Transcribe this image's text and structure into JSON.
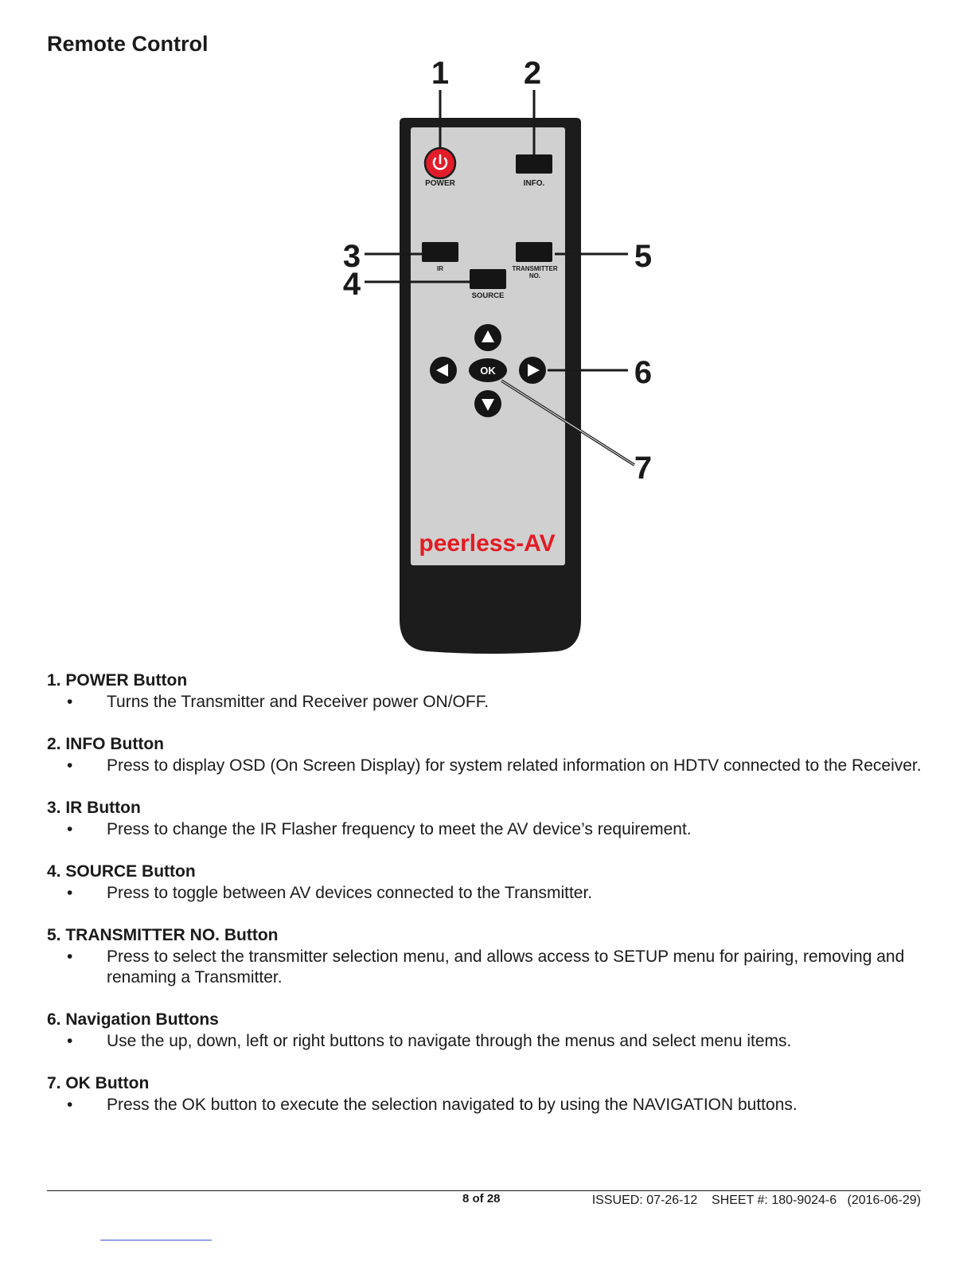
{
  "page": {
    "title": "Remote Control"
  },
  "diagram": {
    "callouts": [
      "1",
      "2",
      "3",
      "4",
      "5",
      "6",
      "7"
    ],
    "button_labels": {
      "power": "POWER",
      "info": "INFO.",
      "ir": "IR",
      "transmitter_line1": "TRANSMITTER",
      "transmitter_line2": "NO.",
      "source": "SOURCE",
      "ok": "OK"
    },
    "logo_text": "peerless-AV",
    "colors": {
      "remote_body": "#1c1c1c",
      "face_panel": "#d0d0d0",
      "power_red": "#e21d2a",
      "logo_red": "#e31b23"
    }
  },
  "items": [
    {
      "heading": "1. POWER Button",
      "bullet": "•",
      "text": "Turns the Transmitter and Receiver power ON/OFF."
    },
    {
      "heading": "2. INFO Button",
      "bullet": "•",
      "text": "Press to display OSD (On Screen Display) for system related information on HDTV connected to the Receiver."
    },
    {
      "heading": "3. IR Button",
      "bullet": "•",
      "text": "Press to change the IR Flasher frequency to meet the AV device’s requirement."
    },
    {
      "heading": "4. SOURCE Button",
      "bullet": "•",
      "text": "Press to toggle between AV devices connected to the Transmitter."
    },
    {
      "heading": "5. TRANSMITTER NO. Button",
      "bullet": "•",
      "text": "Press to select the transmitter selection menu, and allows access to SETUP menu for pairing, removing and renaming a Transmitter."
    },
    {
      "heading": "6. Navigation Buttons",
      "bullet": "•",
      "text": "Use the up, down, left or right buttons to navigate through the menus and select menu items."
    },
    {
      "heading": "7. OK Button",
      "bullet": "•",
      "text": "Press the OK button to execute the selection navigated to by using the NAVIGATION buttons."
    }
  ],
  "footer": {
    "page_number": "8 of 28",
    "issued": "ISSUED: 07-26-12    SHEET #: 180-9024-6   (2016-06-29)"
  }
}
